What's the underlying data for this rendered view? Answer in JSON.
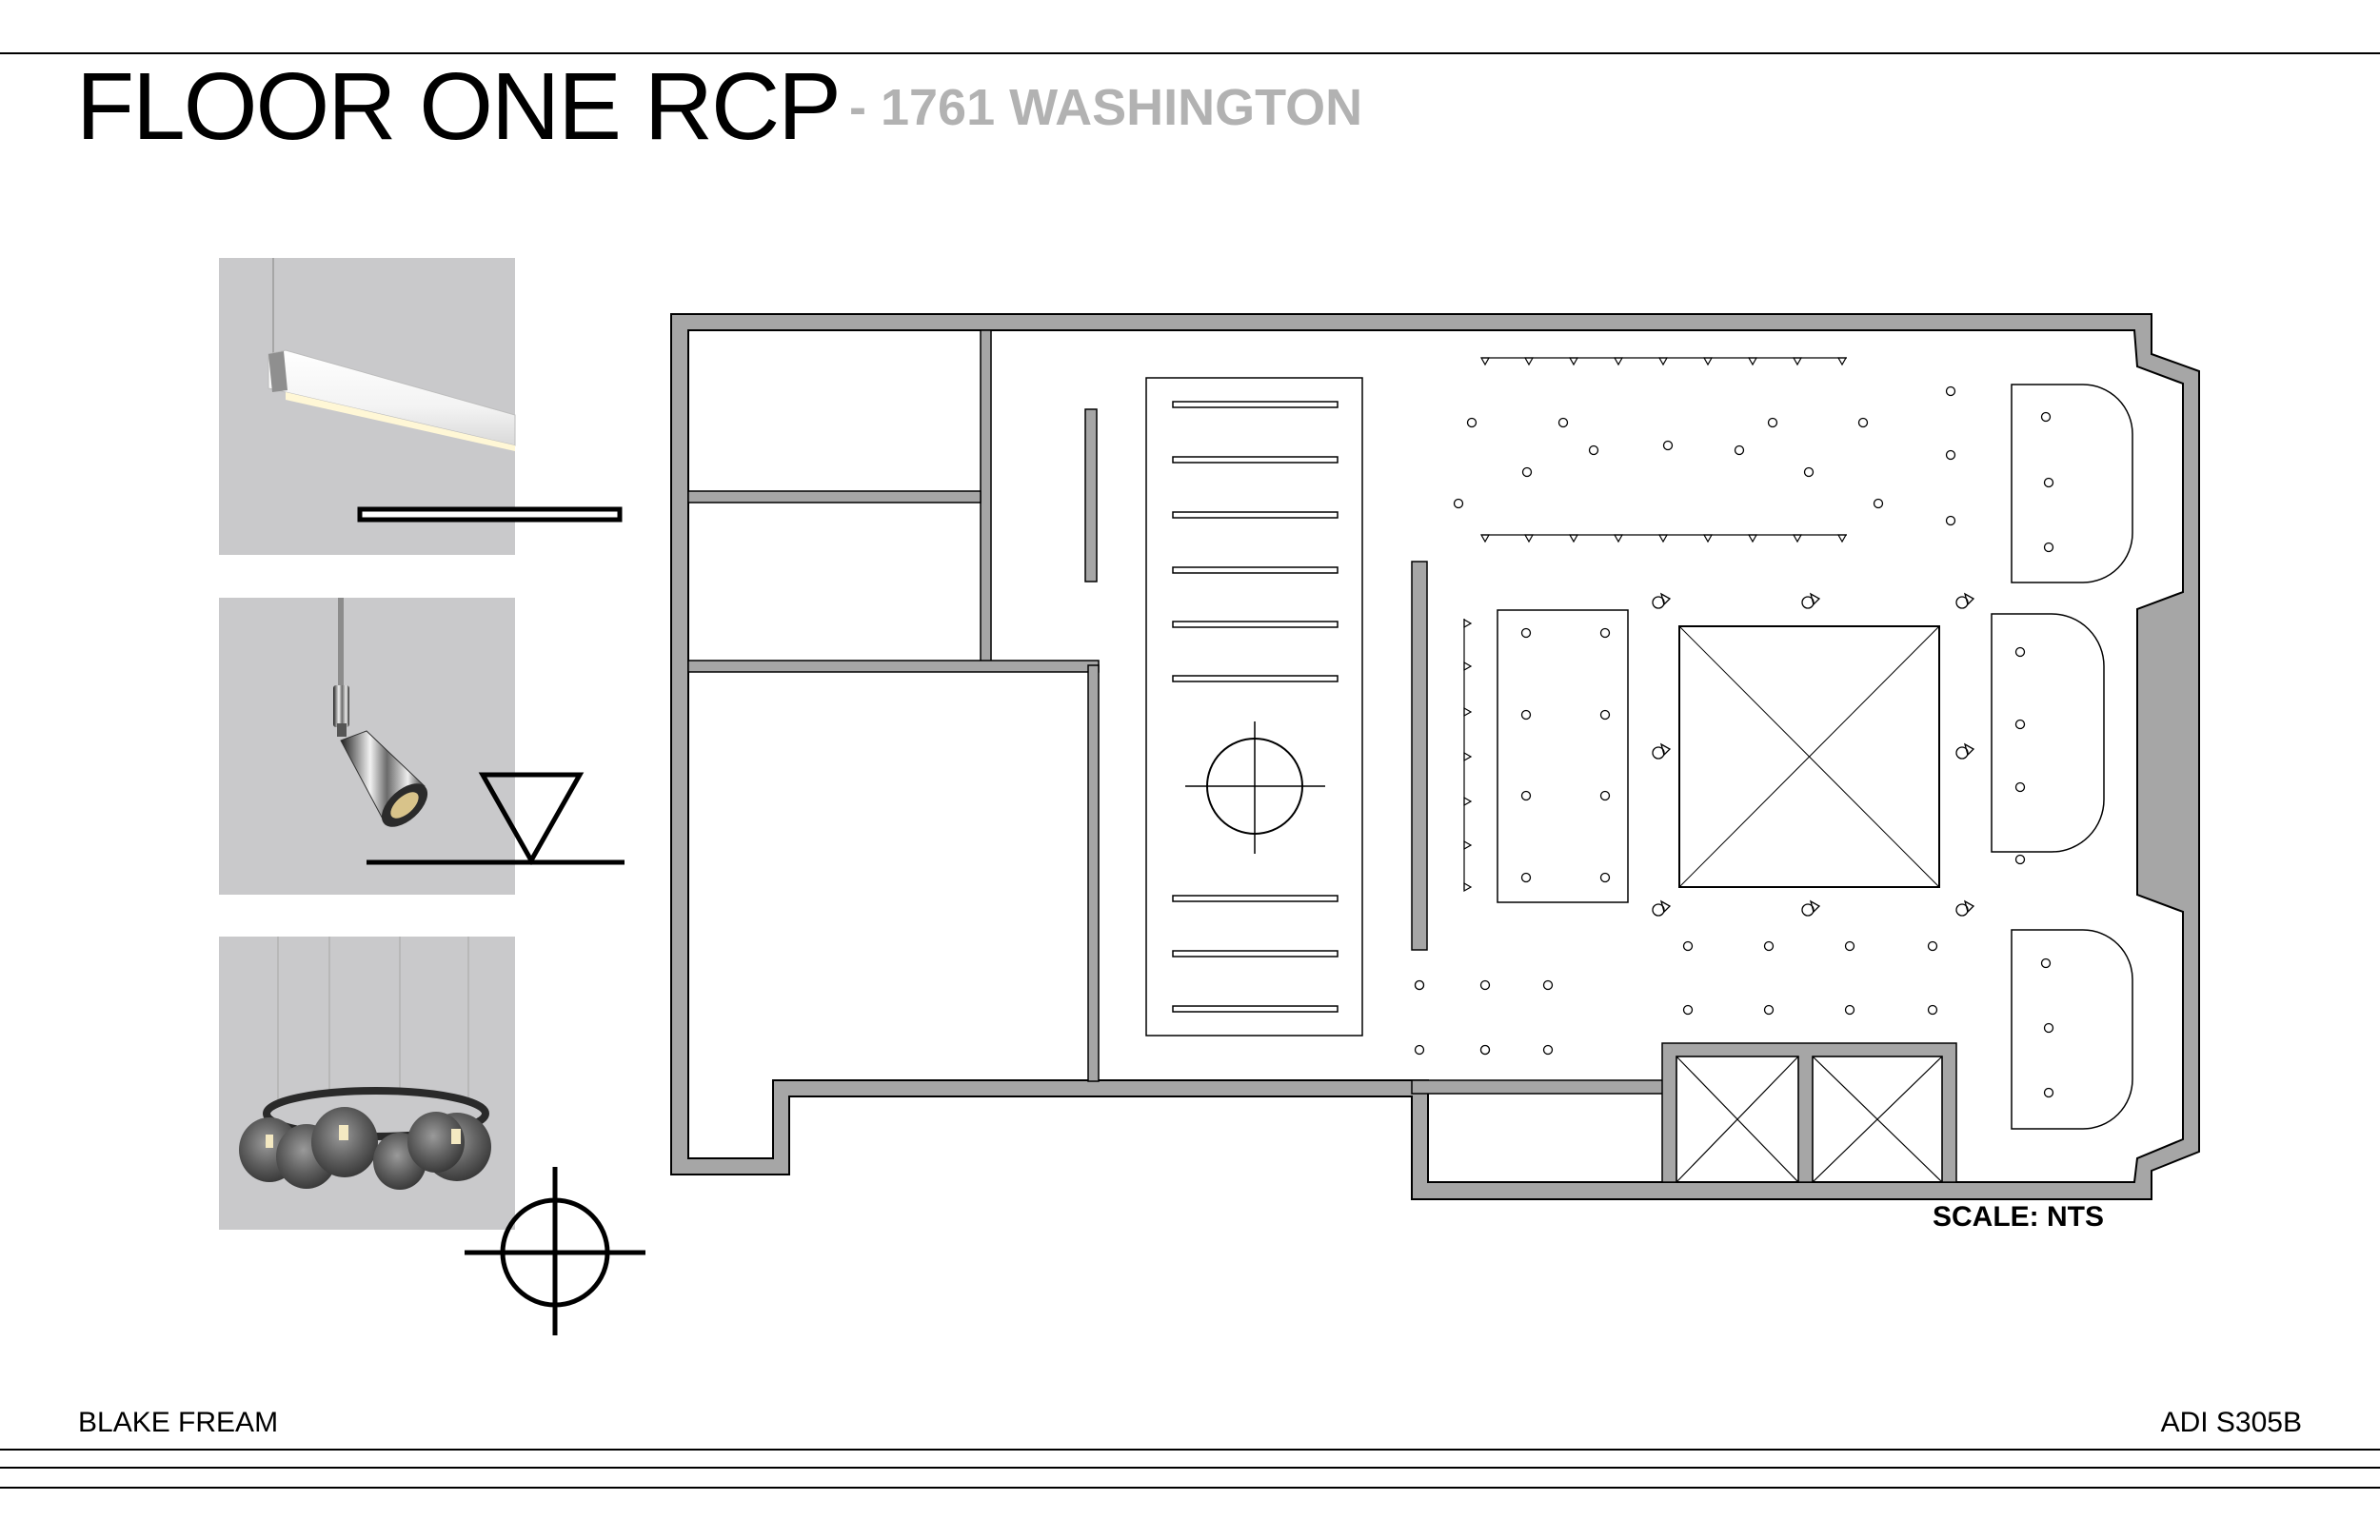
{
  "sheet": {
    "title": "FLOOR ONE RCP",
    "subtitle": "- 1761 WASHINGTON",
    "designer": "BLAKE FREAM",
    "course": "ADI S305B",
    "scale_label": "SCALE: NTS"
  },
  "fixtures": [
    {
      "name": "linear-pendant",
      "symbol": "rectangle"
    },
    {
      "name": "spot-pendant",
      "symbol": "triangle"
    },
    {
      "name": "cluster-chandelier",
      "symbol": "crosshair-circle"
    }
  ],
  "colors": {
    "wall_fill": "#a6a6a6",
    "photo_bg": "#c9c9cb",
    "subtitle": "#b2b2b2",
    "line": "#000000"
  }
}
